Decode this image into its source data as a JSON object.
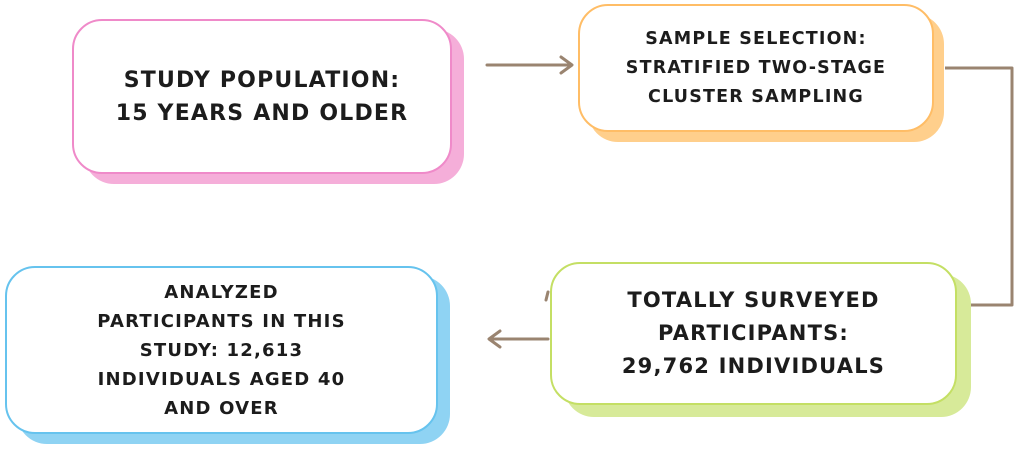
{
  "diagram": {
    "nodes": {
      "study_population": {
        "lines": [
          "STUDY POPULATION:",
          "15 YEARS AND OLDER"
        ],
        "color": "#ef8ac9"
      },
      "sample_selection": {
        "lines": [
          "SAMPLE SELECTION:",
          "STRATIFIED TWO-STAGE",
          "CLUSTER SAMPLING"
        ],
        "color": "#ffbd66"
      },
      "totally_surveyed": {
        "lines": [
          "TOTALLY SURVEYED",
          "PARTICIPANTS:",
          "29,762 INDIVIDUALS"
        ],
        "color": "#c4df64"
      },
      "analyzed_participants": {
        "lines": [
          "ANALYZED",
          "PARTICIPANTS IN THIS",
          "STUDY: 12,613",
          "INDIVIDUALS AGED 40",
          "AND OVER"
        ],
        "color": "#66c3ee"
      }
    },
    "edges": [
      {
        "from": "study_population",
        "to": "sample_selection"
      },
      {
        "from": "sample_selection",
        "to": "totally_surveyed"
      },
      {
        "from": "totally_surveyed",
        "to": "analyzed_participants"
      }
    ],
    "connector_color": "#9a8470"
  }
}
